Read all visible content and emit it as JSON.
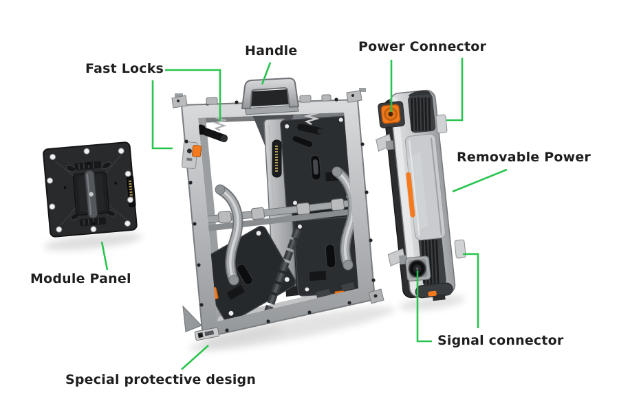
{
  "diagram": {
    "background": "#ffffff",
    "colors": {
      "leader_green": "#29c44e",
      "highlight_orange": "#f5791d",
      "text": "#1e1e1e"
    },
    "annotations": {
      "fast_locks": "Fast Locks",
      "handle": "Handle",
      "power_connector": "Power Connector",
      "removable_power": "Removable Power",
      "module_panel": "Module Panel",
      "special_protective_design": "Special protective design",
      "signal_connector": "Signal connector"
    }
  }
}
